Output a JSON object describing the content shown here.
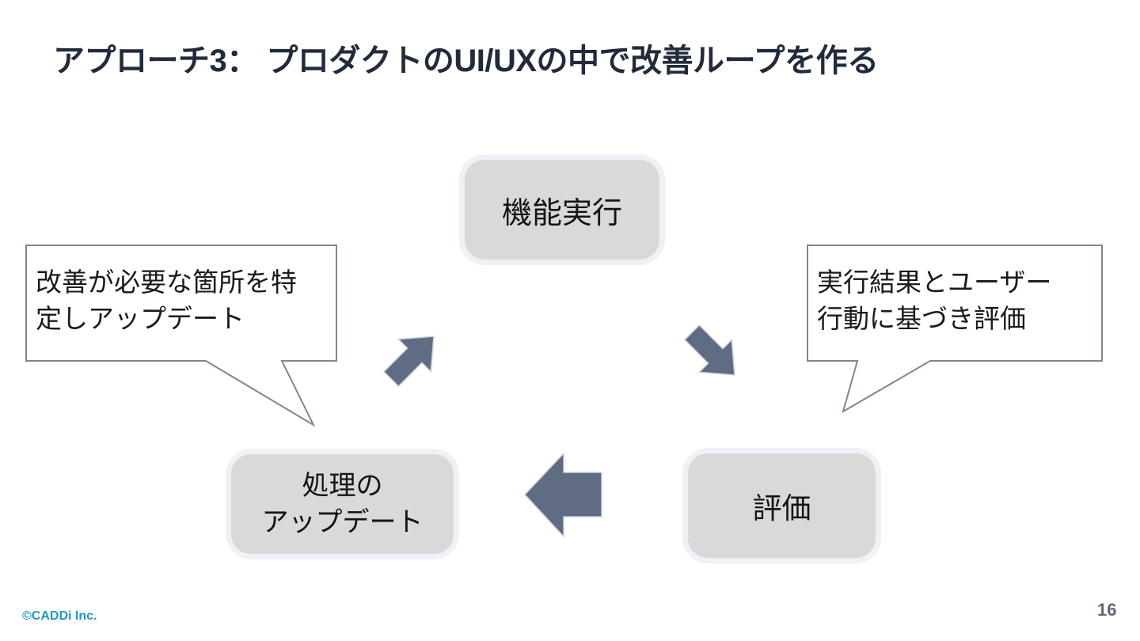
{
  "slide": {
    "title": "アプローチ3： プロダクトのUI/UXの中で改善ループを作る",
    "copyright": "©CADDi Inc.",
    "page_number": "16"
  },
  "diagram": {
    "nodes": {
      "top": {
        "label": "機能実行"
      },
      "bottom_left": {
        "lines": [
          "処理の",
          "アップデート"
        ]
      },
      "bottom_right": {
        "label": "評価"
      }
    },
    "callouts": {
      "left": {
        "lines": [
          "改善が必要な箇所を特",
          "定しアップデート"
        ]
      },
      "right": {
        "lines": [
          "実行結果とユーザー",
          "行動に基づき評価"
        ]
      }
    },
    "arrows": [
      {
        "name": "up-right",
        "from": "処理のアップデート",
        "to": "機能実行"
      },
      {
        "name": "down-right",
        "from": "機能実行",
        "to": "評価"
      },
      {
        "name": "left",
        "from": "評価",
        "to": "処理のアップデート"
      }
    ],
    "colors": {
      "arrow_fill": "#5f6c83",
      "arrow_halo": "#cdd2da",
      "node_fill": "#d9d9d9",
      "node_ring": "#eef1f5",
      "callout_fill": "#ffffff",
      "callout_border": "#7f8692",
      "title_text": "#212b3b",
      "copyright_text": "#1f99c1",
      "page_number_text": "#5c6779"
    }
  }
}
